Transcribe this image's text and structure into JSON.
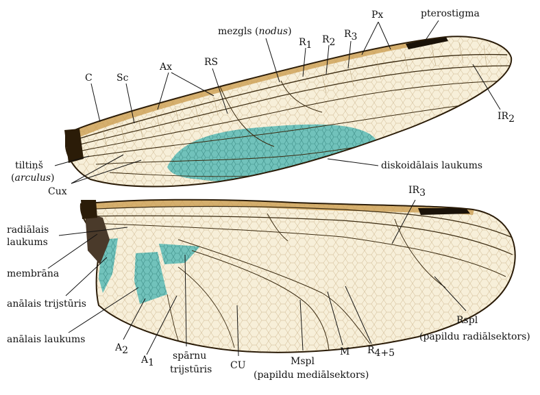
{
  "colors": {
    "membrane": "#f7efd9",
    "costal_edge": "#2b1c08",
    "highlight_cell": "#71c2bb",
    "pterostigma": "#1a1208",
    "vein": "#3a2a10",
    "label_text": "#111111"
  },
  "labels": {
    "forewing": {
      "c": "C",
      "sc": "Sc",
      "ax": "Ax",
      "rs": "RS",
      "nodus_prefix": "mezgls (",
      "nodus_italic": "nodus",
      "nodus_suffix": ")",
      "r1_main": "R",
      "r1_sub": "1",
      "r2_main": "R",
      "r2_sub": "2",
      "r3_main": "R",
      "r3_sub": "3",
      "px": "Px",
      "pterostigma": "pterostigma",
      "ir2_main": "IR",
      "ir2_sub": "2",
      "arculus_line1": "tiltiņš",
      "arculus_open": "(",
      "arculus_italic": "arculus",
      "arculus_close": ")",
      "cux": "Cux",
      "discoidal": "diskoidālais laukums"
    },
    "hindwing": {
      "ir3_main": "IR",
      "ir3_sub": "3",
      "radial_line1": "radiālais",
      "radial_line2": "laukums",
      "membrane": "membrāna",
      "anal_triangle": "anālais trijstūris",
      "anal_field": "anālais laukums",
      "a2_main": "A",
      "a2_sub": "2",
      "a1_main": "A",
      "a1_sub": "1",
      "wing_triangle_line1": "spārnu",
      "wing_triangle_line2": "trijstūris",
      "cu": "CU",
      "mspl_line1": "Mspl",
      "mspl_line2": "(papildu mediālsektors)",
      "m": "M",
      "r45_main": "R",
      "r45_sub": "4+5",
      "rspl_line1": "Rspl",
      "rspl_line2": "(papildu radiālsektors)"
    }
  }
}
